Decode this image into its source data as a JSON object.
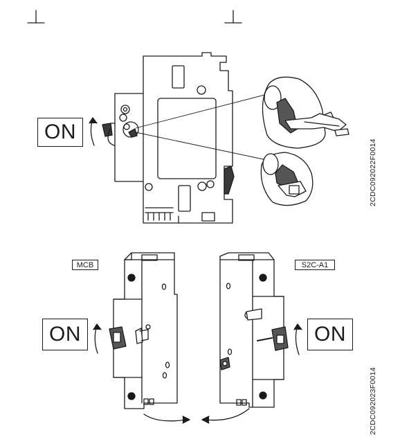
{
  "labels": {
    "on_top": "ON",
    "on_bottom_left": "ON",
    "on_bottom_right": "ON",
    "mcb": "MCB",
    "auxiliary": "S2C-A1",
    "code_top": "2CDC092022F0014",
    "code_bottom": "2CDC092023F0014"
  },
  "colors": {
    "line": "#1a1a1a",
    "fill": "#ffffff",
    "shade": "#9a9a9a",
    "dark": "#3a3a3a"
  }
}
